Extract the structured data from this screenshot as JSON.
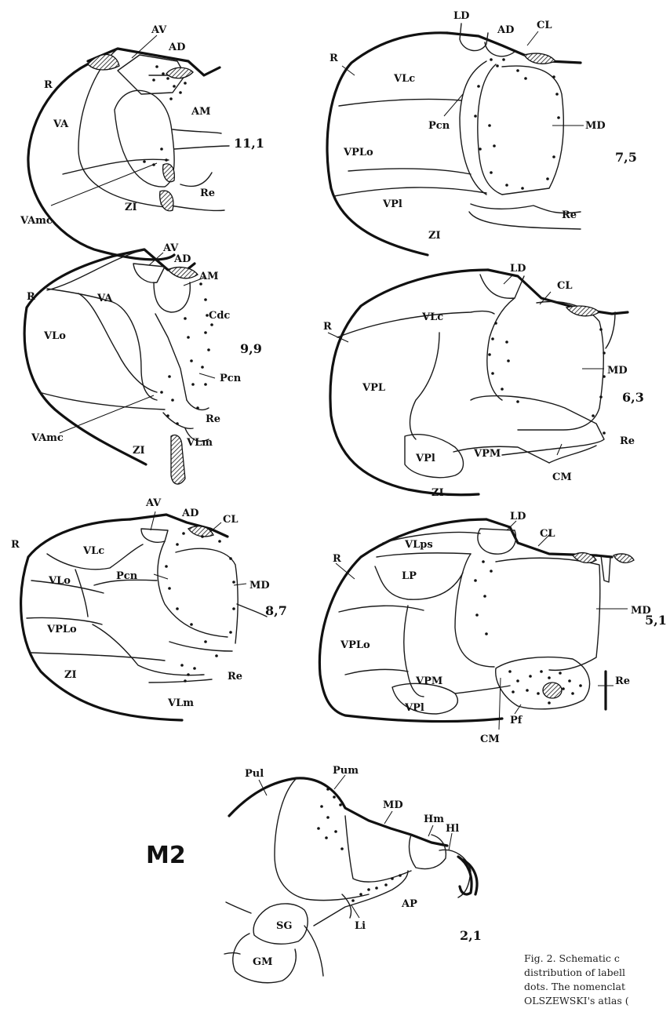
{
  "case_label": "M2",
  "sections": [
    {
      "id": "s11-1",
      "level": "11,1",
      "labels": [
        "AV",
        "AD",
        "R",
        "AM",
        "VA",
        "VAmc",
        "ZI",
        "Re"
      ]
    },
    {
      "id": "s7-5",
      "level": "7,5",
      "labels": [
        "LD",
        "AD",
        "CL",
        "R",
        "VLc",
        "Pcn",
        "MD",
        "VPLo",
        "VPl",
        "Re",
        "ZI"
      ]
    },
    {
      "id": "s9-9",
      "level": "9,9",
      "labels": [
        "AV",
        "AD",
        "AM",
        "R",
        "VA",
        "Cdc",
        "VLo",
        "Pcn",
        "Re",
        "VAmc",
        "ZI",
        "VLm"
      ]
    },
    {
      "id": "s6-3",
      "level": "6,3",
      "labels": [
        "LD",
        "CL",
        "R",
        "VLc",
        "MD",
        "VPL",
        "Re",
        "VPl",
        "VPM",
        "CM",
        "ZI"
      ]
    },
    {
      "id": "s8-7",
      "level": "8,7",
      "labels": [
        "AV",
        "AD",
        "CL",
        "R",
        "VLc",
        "VLo",
        "Pcn",
        "MD",
        "VPLo",
        "ZI",
        "Re",
        "VLm"
      ]
    },
    {
      "id": "s5-1",
      "level": "5,1",
      "labels": [
        "LD",
        "VLps",
        "CL",
        "R",
        "LP",
        "MD",
        "VPLo",
        "Re",
        "VPM",
        "VPl",
        "Pf",
        "CM"
      ]
    },
    {
      "id": "s2-1",
      "level": "2,1",
      "labels": [
        "Pul",
        "Pum",
        "MD",
        "Hm",
        "Hl",
        "AP",
        "Li",
        "SG",
        "GM"
      ]
    }
  ],
  "caption_lines": [
    "Fig. 2. Schematic c",
    "distribution of labell",
    "dots. The nomenclat",
    "OLSZEWSKI's atlas ("
  ],
  "colors": {
    "ink": "#111111",
    "paper": "#ffffff"
  }
}
